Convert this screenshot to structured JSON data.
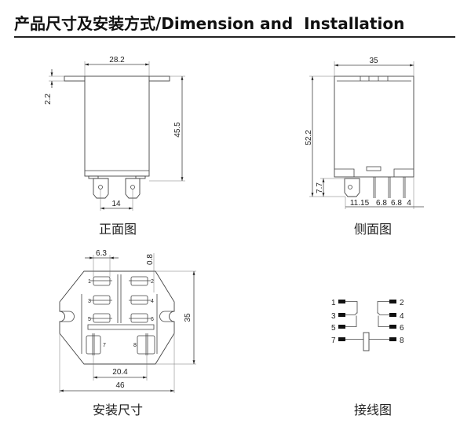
{
  "header": {
    "title": "产品尺寸及安装方式/Dimension and  Installation"
  },
  "front_view": {
    "caption": "正面图",
    "dims": {
      "width": "28.2",
      "flange": "2.2",
      "height": "45.5",
      "pin_pitch": "14"
    }
  },
  "side_view": {
    "caption": "侧面图",
    "dims": {
      "width": "35",
      "height": "52.2",
      "pin_len": "7.7",
      "d1": "11.15",
      "d2": "6.8",
      "d3": "6.8",
      "d4": "4"
    }
  },
  "mounting_view": {
    "caption": "安装尺寸",
    "dims": {
      "tab": "6.3",
      "gap": "0.8",
      "height": "35",
      "coil_pitch": "20.4",
      "width": "46"
    },
    "pins": [
      "1",
      "2",
      "3",
      "4",
      "5",
      "6",
      "7",
      "8"
    ]
  },
  "wiring_diagram": {
    "caption": "接线图",
    "pins": [
      "1",
      "2",
      "3",
      "4",
      "5",
      "6",
      "7",
      "8"
    ]
  }
}
